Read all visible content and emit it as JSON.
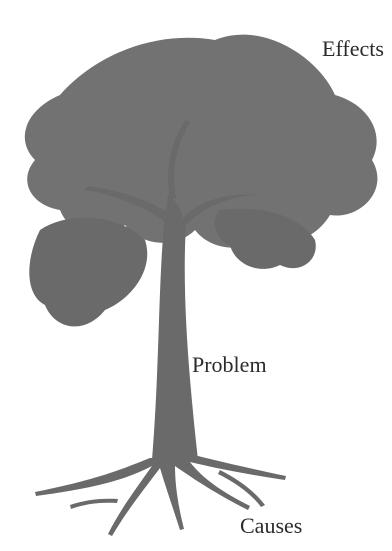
{
  "diagram": {
    "labels": {
      "effects": "Effects",
      "problem": "Problem",
      "causes": "Causes"
    },
    "colors": {
      "tree": "#6a6a6a",
      "text": "#2b2b2b",
      "background": "#ffffff"
    },
    "icon": "problem-tree-illustration"
  }
}
